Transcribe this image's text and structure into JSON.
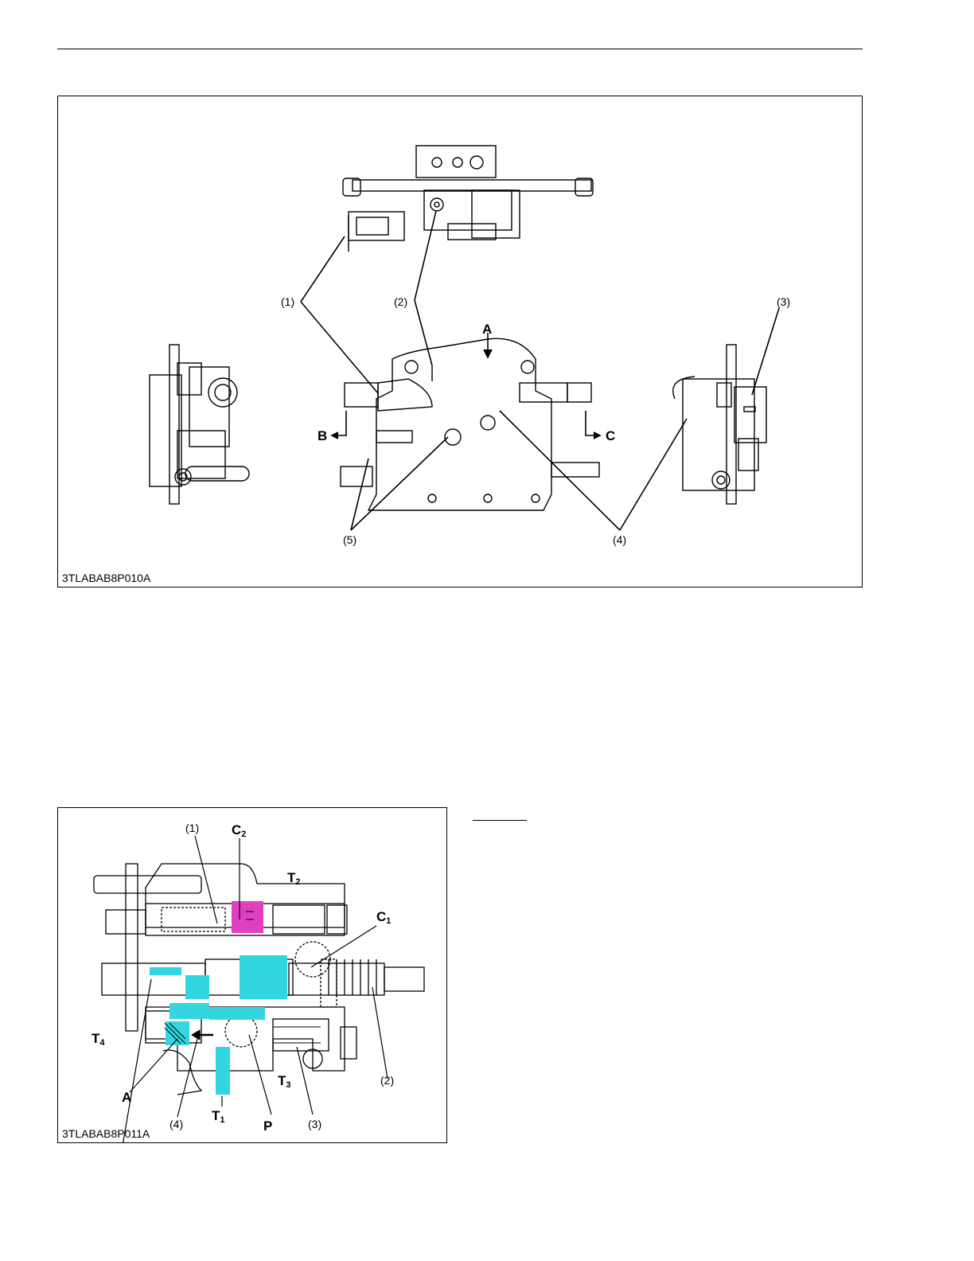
{
  "figure1": {
    "id": "3TLABAB8P010A",
    "callouts": [
      "(1)",
      "(2)",
      "(3)",
      "(4)",
      "(5)"
    ],
    "ports": [
      "A",
      "B",
      "C"
    ]
  },
  "figure2": {
    "id": "3TLABAB8P011A",
    "callouts": [
      "(1)",
      "(2)",
      "(3)",
      "(4)"
    ],
    "ports": {
      "c2": {
        "main": "C",
        "sub": "2"
      },
      "t2": {
        "main": "T",
        "sub": "2"
      },
      "c1": {
        "main": "C",
        "sub": "1"
      },
      "t4": {
        "main": "T",
        "sub": "4"
      },
      "t3": {
        "main": "T",
        "sub": "3"
      },
      "t1": {
        "main": "T",
        "sub": "1"
      },
      "a": "A",
      "p": "P"
    },
    "colors": {
      "oil_tank": "#33d6e0",
      "oil_pressure": "#e040c0"
    }
  }
}
